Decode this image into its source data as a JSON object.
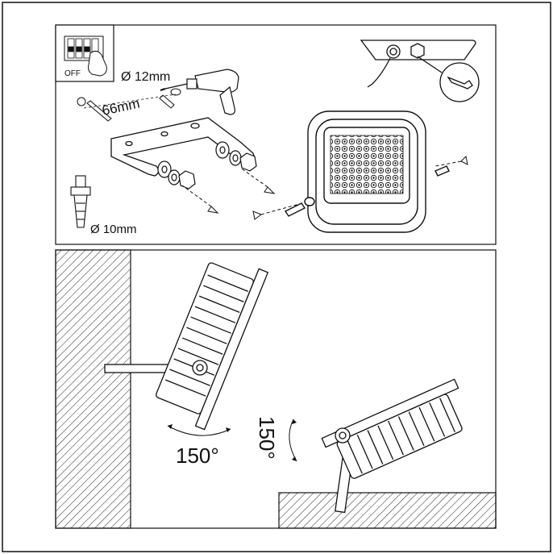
{
  "switch_label": "OFF",
  "drill_diameter": "Ø 12mm",
  "hole_spacing": "66mm",
  "anchor_diameter": "Ø 10mm",
  "wall_tilt_angle": "150°",
  "ground_tilt_angle": "150°",
  "colors": {
    "line": "#111111",
    "paper": "#ffffff",
    "hatch": "#222222"
  }
}
